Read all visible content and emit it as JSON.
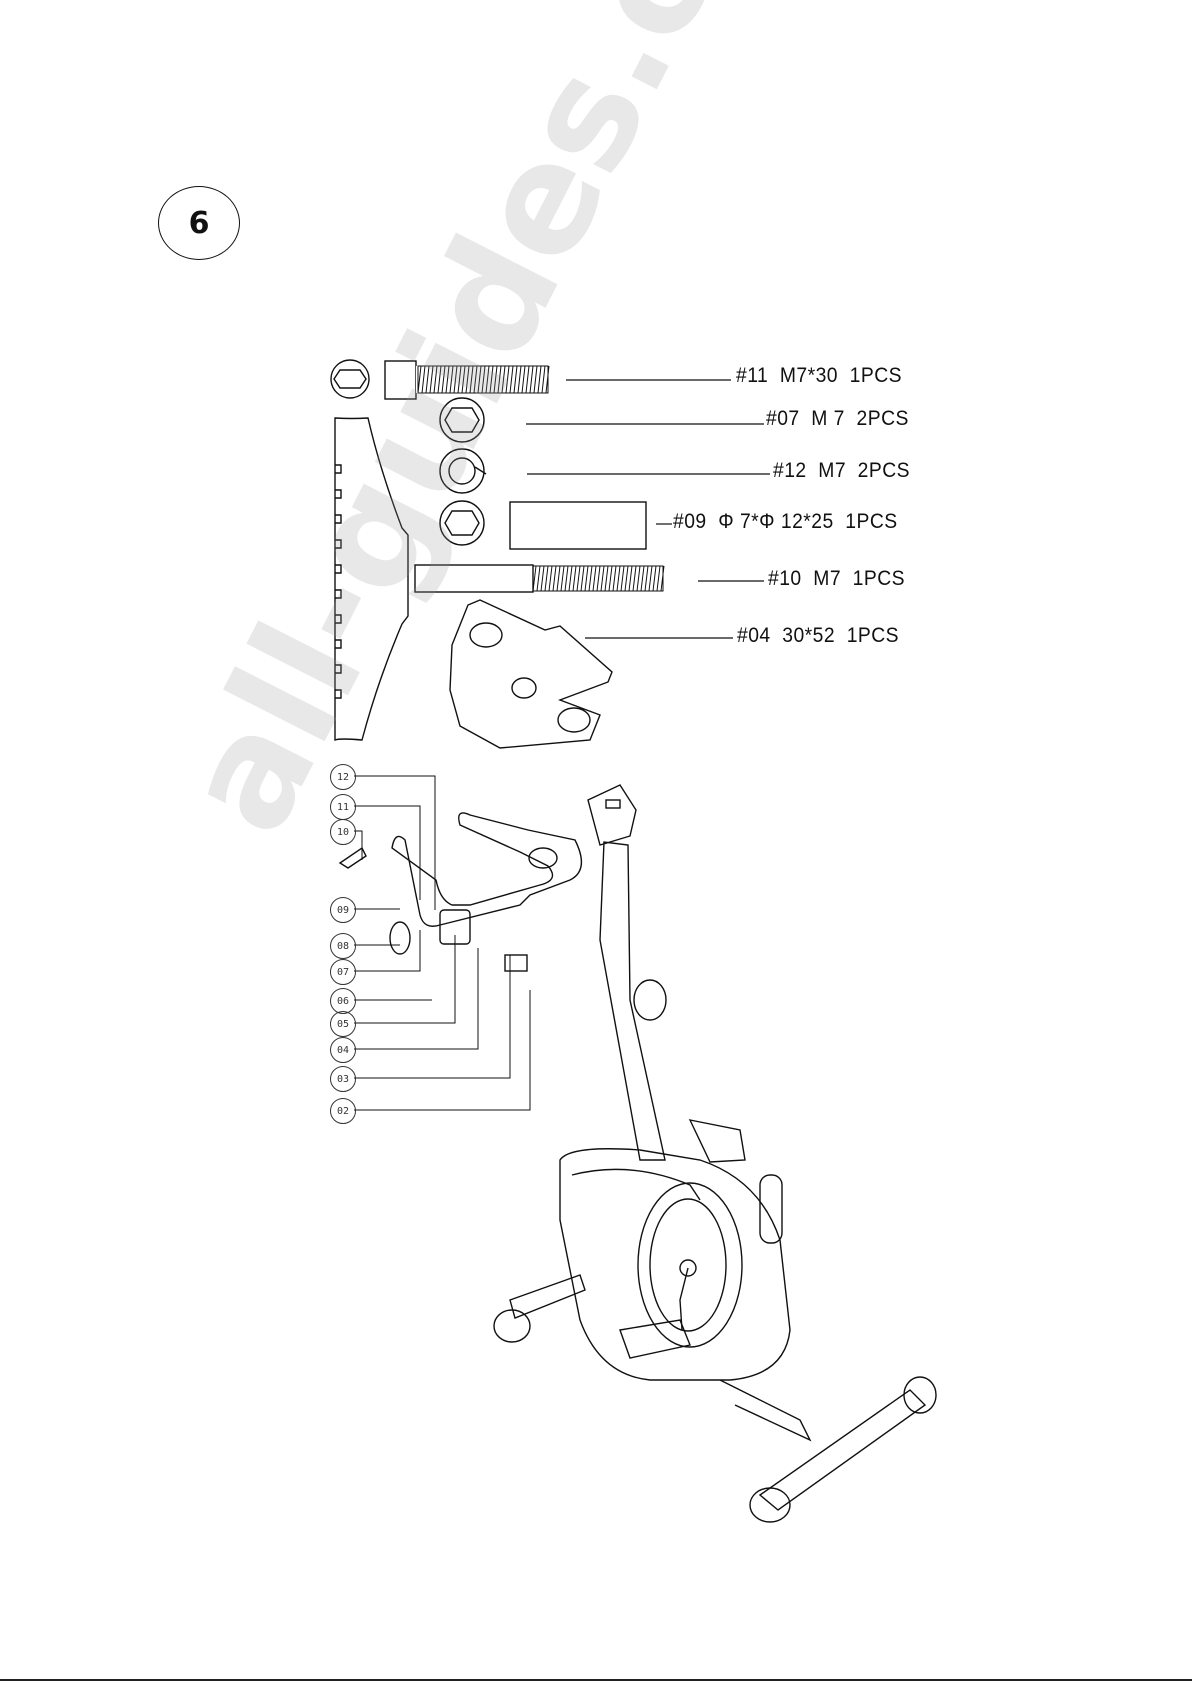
{
  "step": {
    "number": "6"
  },
  "parts": [
    {
      "id": "11",
      "label": "#11  M7*30  1PCS"
    },
    {
      "id": "07",
      "label": "#07  M 7  2PCS"
    },
    {
      "id": "12",
      "label": "#12  M7  2PCS"
    },
    {
      "id": "09",
      "label": "#09  Φ 7*Φ 12*25  1PCS"
    },
    {
      "id": "10",
      "label": "#10  M7  1PCS"
    },
    {
      "id": "04",
      "label": "#04  30*52  1PCS"
    }
  ],
  "callouts": [
    "12",
    "11",
    "10",
    "09",
    "08",
    "07",
    "06",
    "05",
    "04",
    "03",
    "02"
  ],
  "watermark": "all-guides.com"
}
